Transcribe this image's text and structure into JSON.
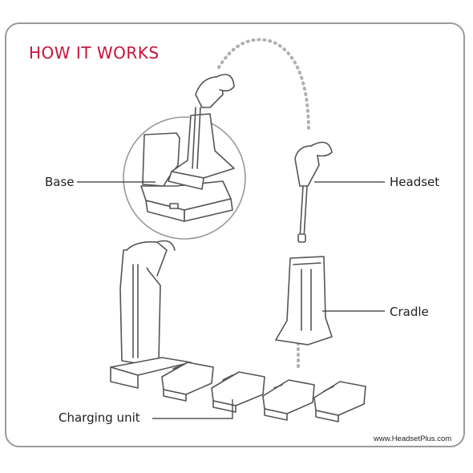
{
  "title": "HOW IT WORKS",
  "labels": {
    "base": "Base",
    "headset": "Headset",
    "cradle": "Cradle",
    "charging_unit": "Charging unit"
  },
  "watermark": "www.HeadsetPlus.com",
  "colors": {
    "title": "#c8123c",
    "frame": "#9a9a9a",
    "line_art": "#555555",
    "dotted_link": "#b0b0b0"
  }
}
